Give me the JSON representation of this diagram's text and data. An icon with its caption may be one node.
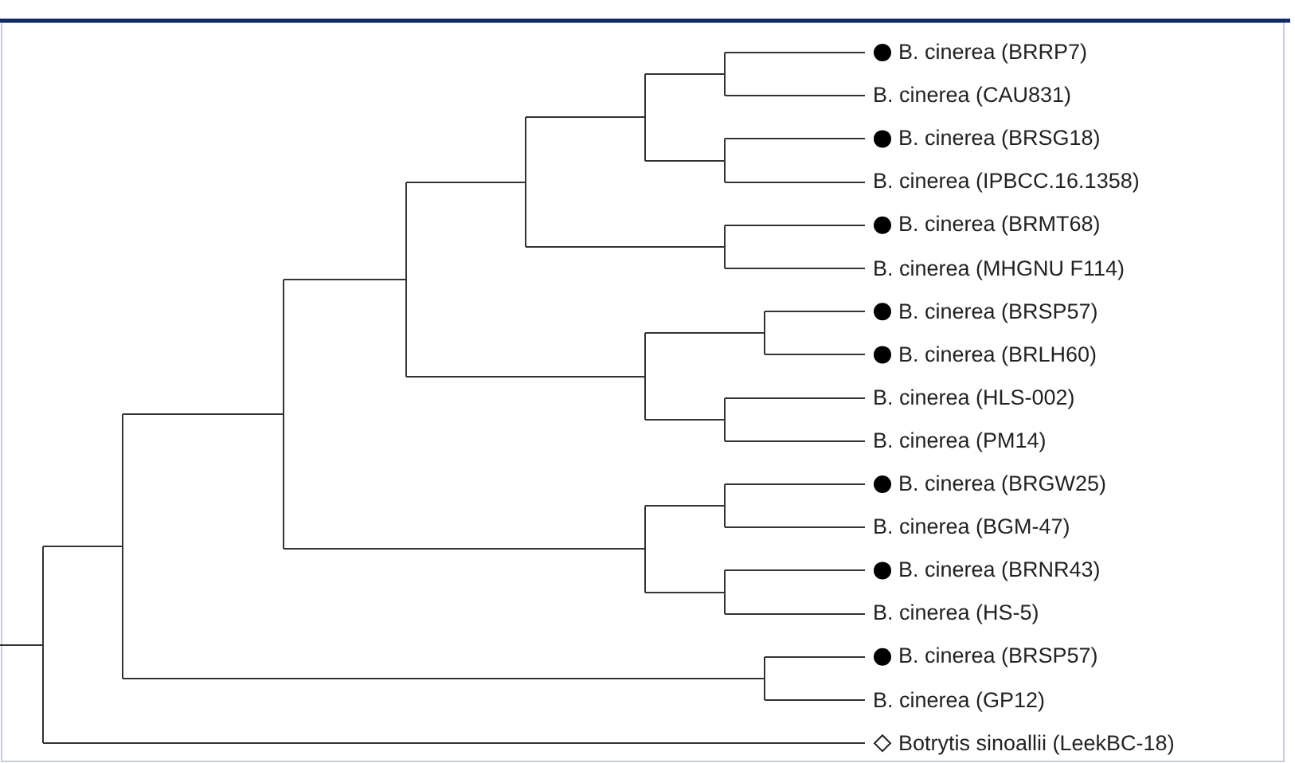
{
  "diagram": {
    "labels": [
      "B. cinerea (BRRP7)",
      "B. cinerea (CAU831)",
      "B. cinerea (BRSG18)",
      "B. cinerea (IPBCC.16.1358)",
      "B. cinerea (BRMT68)",
      "B. cinerea (MHGNU F114)",
      "B. cinerea (BRSP57)",
      "B. cinerea (BRLH60)",
      "B. cinerea (HLS-002)",
      "B. cinerea (PM14)",
      "B. cinerea (BRGW25)",
      "B. cinerea (BGM-47)",
      "B. cinerea (BRNR43)",
      "B. cinerea (HS-5)",
      "B. cinerea (BRSP57)",
      "B. cinerea (GP12)",
      "Botrytis sinoallii (LeekBC-18)"
    ]
  }
}
